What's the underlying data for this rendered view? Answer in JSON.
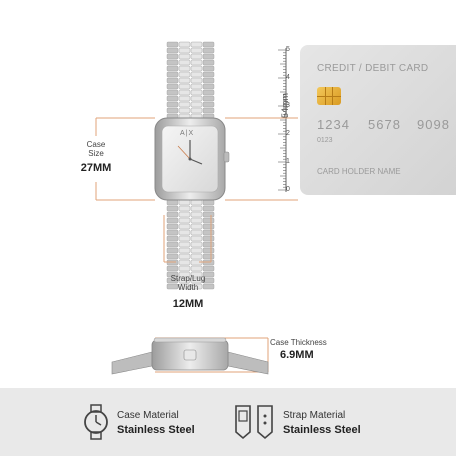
{
  "card": {
    "title": "CREDIT / DEBIT CARD",
    "number_groups": [
      "1234",
      "5678",
      "9098"
    ],
    "small_number": "0123",
    "holder": "CARD HOLDER NAME"
  },
  "ruler": {
    "unit_label": "54mm",
    "ticks": [
      "5",
      "4",
      "3",
      "2",
      "1",
      "0"
    ]
  },
  "case_size": {
    "label_line1": "Case",
    "label_line2": "Size",
    "value": "27MM"
  },
  "strap_width": {
    "label_line1": "Strap/Lug",
    "label_line2": "Width",
    "value": "12MM"
  },
  "case_thickness": {
    "label": "Case Thickness",
    "value": "6.9MM"
  },
  "watch_brand": "A|X",
  "features": [
    {
      "label": "Case Material",
      "value": "Stainless Steel",
      "icon": "watch-case-icon"
    },
    {
      "label": "Strap Material",
      "value": "Stainless Steel",
      "icon": "strap-icon"
    }
  ],
  "colors": {
    "accent_line": "#e0a37a",
    "footer_bg": "#e9e9e9",
    "card_bg": "#dcdcdc"
  }
}
